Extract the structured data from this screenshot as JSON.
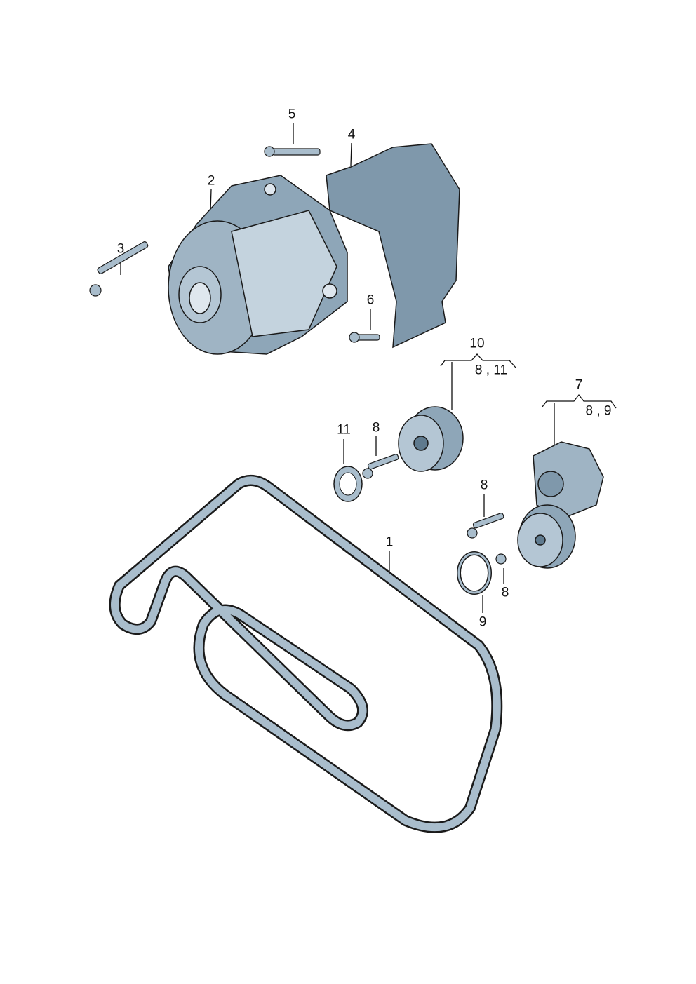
{
  "callouts": {
    "belt": "1",
    "alternator": "2",
    "bolt_3": "3",
    "bracket": "4",
    "bolt_5": "5",
    "bolt_6": "6",
    "tensioner": "7",
    "tensioner_sub": "8 , 9",
    "bolt_8a": "8",
    "bolt_8b": "8",
    "bolt_8c": "8",
    "ring_9": "9",
    "idler": "10",
    "idler_sub": "8 , 11",
    "washer_11": "11"
  },
  "colors": {
    "part_light": "#b4c6d4",
    "part_mid": "#8ea6b8",
    "part_dark": "#5f7a8e",
    "outline": "#1a1a1a"
  }
}
